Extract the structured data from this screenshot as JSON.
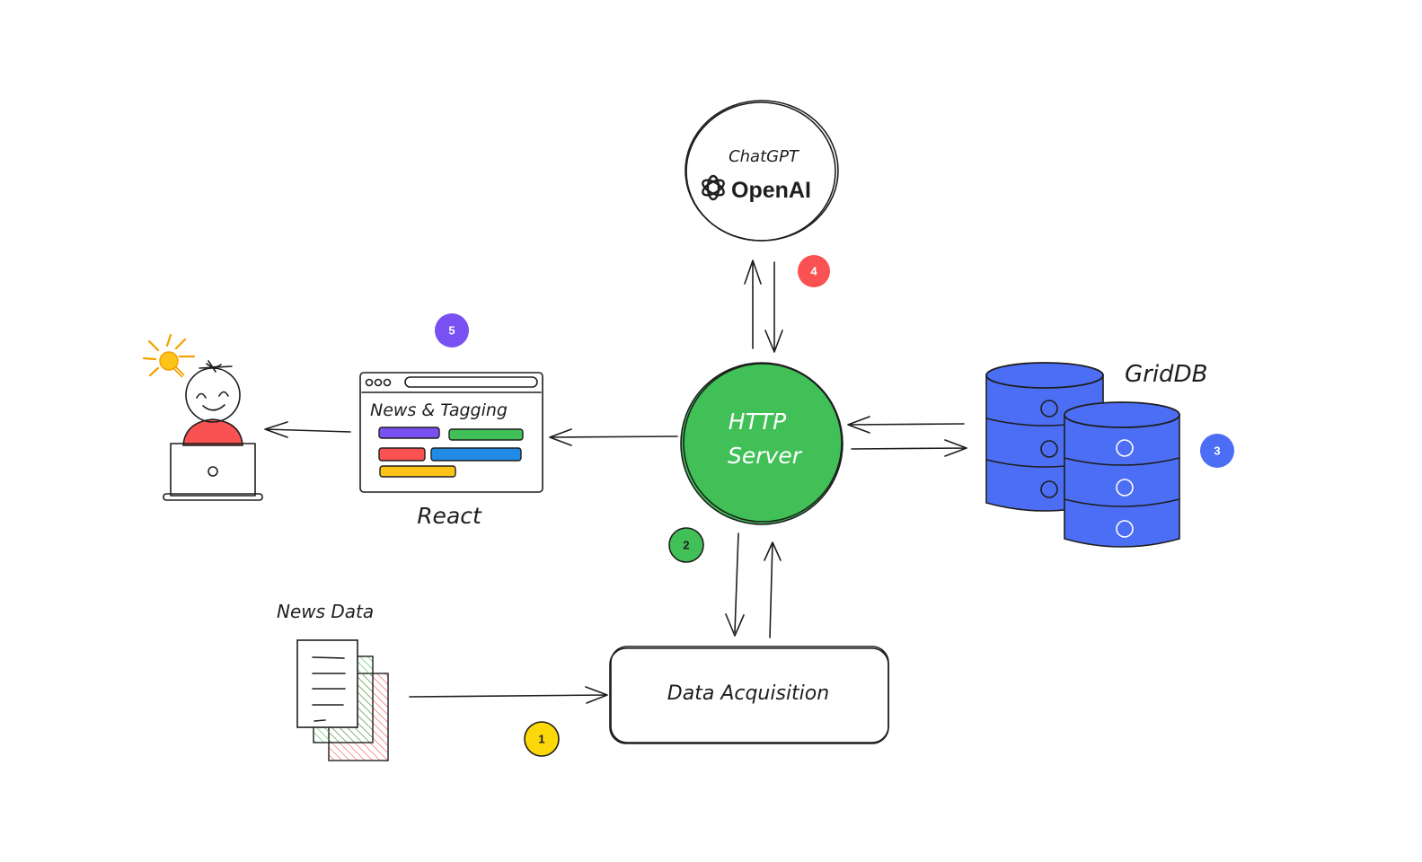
{
  "diagram": {
    "nodes": {
      "chatgpt": {
        "title": "ChatGPT",
        "brand": "OpenAI",
        "icon": "openai-logo-icon"
      },
      "http_server": {
        "line1": "HTTP",
        "line2": "Server",
        "fill": "#40c057"
      },
      "react": {
        "window_title": "News & Tagging",
        "label": "React",
        "tags": [
          {
            "color": "#7950f2"
          },
          {
            "color": "#40c057"
          },
          {
            "color": "#fa5252"
          },
          {
            "color": "#228be6"
          },
          {
            "color": "#fcc419"
          }
        ]
      },
      "griddb": {
        "label": "GridDB",
        "fill": "#4c6ef5"
      },
      "news_data": {
        "label": "News Data"
      },
      "data_acquisition": {
        "label": "Data Acquisition",
        "fill": "#fcd70a"
      },
      "user": {
        "icon": "user-with-laptop-icon",
        "idea_icon": "lightbulb-icon",
        "shirt": "#fa5252",
        "laptop": "#c6c9cf"
      }
    },
    "steps": [
      {
        "num": "1",
        "color": "#fcd70a",
        "text_color": "#1e1e1e"
      },
      {
        "num": "2",
        "color": "#40c057",
        "text_color": "#1e1e1e"
      },
      {
        "num": "3",
        "color": "#4c6ef5",
        "text_color": "#ffffff"
      },
      {
        "num": "4",
        "color": "#fa5252",
        "text_color": "#ffffff"
      },
      {
        "num": "5",
        "color": "#7950f2",
        "text_color": "#ffffff"
      }
    ],
    "edges": [
      {
        "from": "news_data",
        "to": "data_acquisition"
      },
      {
        "from": "http_server",
        "to": "data_acquisition"
      },
      {
        "from": "data_acquisition",
        "to": "http_server"
      },
      {
        "from": "griddb",
        "to": "http_server"
      },
      {
        "from": "http_server",
        "to": "griddb"
      },
      {
        "from": "http_server",
        "to": "chatgpt"
      },
      {
        "from": "chatgpt",
        "to": "http_server"
      },
      {
        "from": "http_server",
        "to": "react"
      },
      {
        "from": "react",
        "to": "user"
      }
    ]
  }
}
